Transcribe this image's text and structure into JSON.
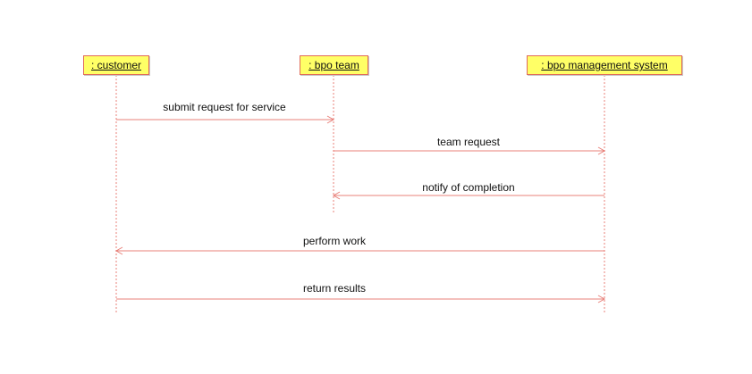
{
  "diagram": {
    "type": "sequence",
    "line_color": "#e8817a",
    "box_fill": "#ffff66",
    "box_border": "#e06a5a",
    "lifelines": [
      {
        "id": "customer",
        "label": ": customer"
      },
      {
        "id": "bpo_team",
        "label": ": bpo team"
      },
      {
        "id": "bpo_mgmt",
        "label": ": bpo management system"
      }
    ],
    "messages": [
      {
        "label": "submit request for service",
        "from": "customer",
        "to": "bpo_team"
      },
      {
        "label": "team request",
        "from": "bpo_team",
        "to": "bpo_mgmt"
      },
      {
        "label": "notify of completion",
        "from": "bpo_mgmt",
        "to": "bpo_team"
      },
      {
        "label": "perform work",
        "from": "bpo_mgmt",
        "to": "customer"
      },
      {
        "label": "return results",
        "from": "customer",
        "to": "bpo_mgmt"
      }
    ]
  }
}
